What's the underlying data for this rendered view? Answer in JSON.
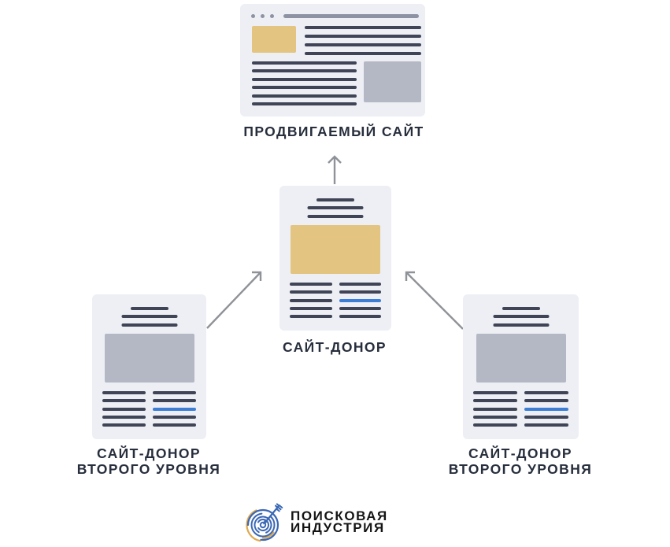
{
  "colors": {
    "page-bg": "#ffffff",
    "card-bg": "#edeff4",
    "line-dark": "#3f4456",
    "line-blue": "#3c7ed5",
    "chrome-gray": "#8d93a3",
    "img-tan": "#e3c480",
    "img-gray": "#b4b8c5",
    "arrow-gray": "#8f9298",
    "label-text": "#272e3c",
    "logo-blue": "#3a68b5",
    "logo-yellow": "#dfa94f",
    "logo-text": "#141414"
  },
  "nodes": {
    "promoted": {
      "label": "ПРОДВИГАЕМЫЙ САЙТ",
      "type": "browser-window"
    },
    "donor": {
      "label": "САЙТ-ДОНОР",
      "type": "document"
    },
    "donor2_left": {
      "label": "САЙТ-ДОНОР\nВТОРОГО УРОВНЯ",
      "type": "document"
    },
    "donor2_right": {
      "label": "САЙТ-ДОНОР\nВТОРОГО УРОВНЯ",
      "type": "document"
    }
  },
  "edges": [
    {
      "from": "donor",
      "to": "promoted",
      "direction": "up"
    },
    {
      "from": "donor2_left",
      "to": "donor",
      "direction": "up-right"
    },
    {
      "from": "donor2_right",
      "to": "donor",
      "direction": "up-left"
    }
  ],
  "icons": {
    "logo": "target-dart-icon",
    "arrow_vertical": "arrow-up-icon",
    "arrow_left": "arrow-up-right-icon",
    "arrow_right": "arrow-up-left-icon"
  },
  "logo": {
    "text_line1": "ПОИСКОВАЯ",
    "text_line2": "ИНДУСТРИЯ"
  }
}
